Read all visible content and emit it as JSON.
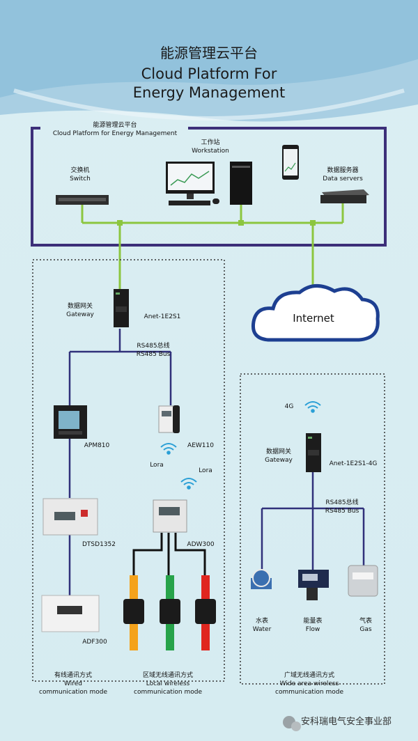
{
  "title": {
    "zh": "能源管理云平台",
    "en_line1": "Cloud Platform For",
    "en_line2": "Energy Management"
  },
  "platform": {
    "label_zh": "能源管理云平台",
    "label_en": "Cloud Platform for Energy Management"
  },
  "switch": {
    "zh": "交换机",
    "en": "Switch"
  },
  "workstation": {
    "zh": "工作站",
    "en": "Workstation"
  },
  "servers": {
    "zh": "数据服务器",
    "en": "Data servers"
  },
  "internet": "Internet",
  "gateway1": {
    "zh": "数据网关",
    "en": "Gateway",
    "model": "Anet-1E2S1"
  },
  "bus1": {
    "zh": "RS485总线",
    "en": "RS485 Bus"
  },
  "apm": "APM810",
  "aew": "AEW110",
  "lora1": "Lora",
  "lora2": "Lora",
  "dtsd": "DTSD1352",
  "adw": "ADW300",
  "adf": "ADF300",
  "wide": {
    "g4": "4G",
    "gateway_zh": "数据网关",
    "gateway_en": "Gateway",
    "model": "Anet-1E2S1-4G",
    "bus_zh": "RS485总线",
    "bus_en": "RS485 Bus",
    "water_zh": "水表",
    "water_en": "Water",
    "flow_zh": "能量表",
    "flow_en": "Flow",
    "gas_zh": "气表",
    "gas_en": "Gas"
  },
  "modes": {
    "wired_zh": "有线通讯方式",
    "wired_en1": "Wired",
    "wired_en2": "communication mode",
    "local_zh": "区域无线通讯方式",
    "local_en1": "Local wireless",
    "local_en2": "communication mode",
    "wide_zh": "广域无线通讯方式",
    "wide_en1": "Wide area wireless",
    "wide_en2": "communication mode"
  },
  "watermark": "安科瑞电气安全事业部",
  "colors": {
    "frame": "#3c2f79",
    "ethernet": "#8cc63f",
    "bus": "#30307a"
  }
}
